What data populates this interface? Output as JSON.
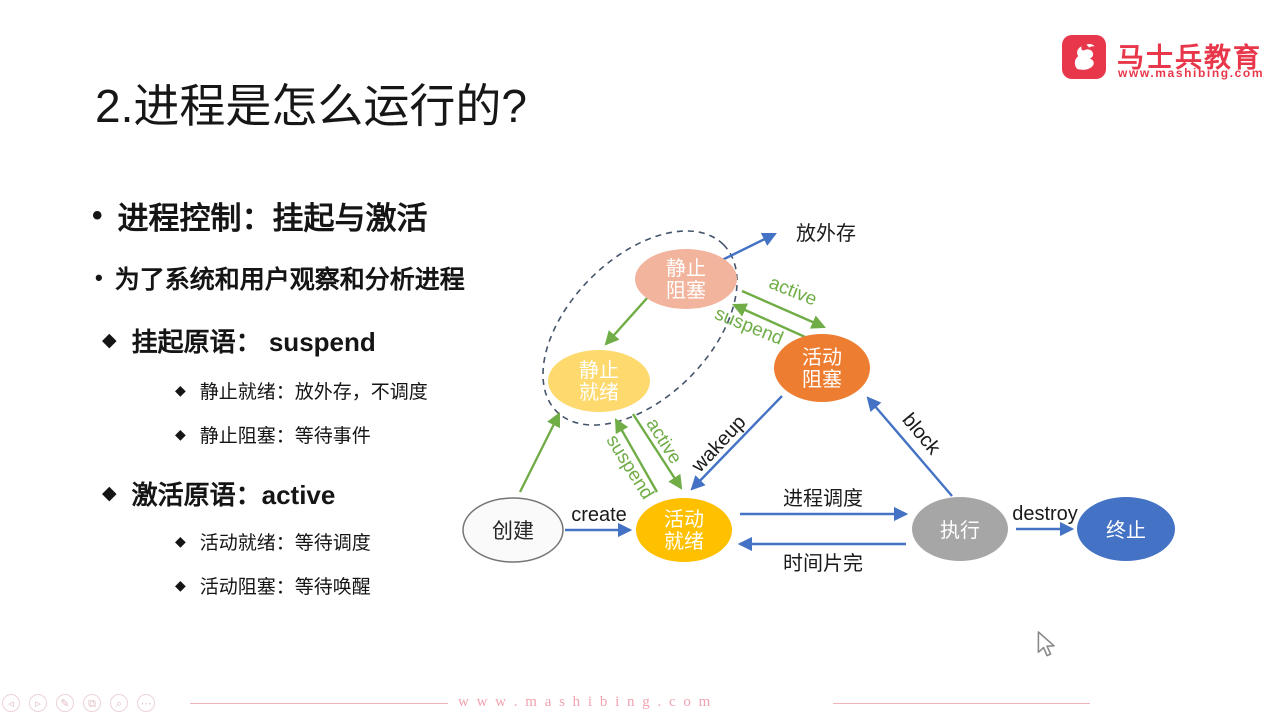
{
  "slide": {
    "title": "2.进程是怎么运行的?",
    "bullets": [
      {
        "marker": "•",
        "text": "进程控制：挂起与激活"
      },
      {
        "marker": "•",
        "text": "为了系统和用户观察和分析进程"
      },
      {
        "marker": "◆",
        "text": "挂起原语： suspend"
      },
      {
        "marker": "◆",
        "text": "静止就绪：放外存，不调度"
      },
      {
        "marker": "◆",
        "text": "静止阻塞：等待事件"
      },
      {
        "marker": "◆",
        "text": "激活原语：active"
      },
      {
        "marker": "◆",
        "text": "活动就绪：等待调度"
      },
      {
        "marker": "◆",
        "text": "活动阻塞：等待唤醒"
      }
    ]
  },
  "logo": {
    "title": "马士兵教育",
    "subtitle": "www.mashibing.com",
    "icon": "horse-icon",
    "brand_color": "#E8374A"
  },
  "diagram": {
    "nodes": [
      {
        "id": "static-blocked",
        "line1": "静止",
        "line2": "阻塞",
        "color": "#F2B49C"
      },
      {
        "id": "static-ready",
        "line1": "静止",
        "line2": "就绪",
        "color": "#FDD96E"
      },
      {
        "id": "active-blocked",
        "line1": "活动",
        "line2": "阻塞",
        "color": "#ED7D31"
      },
      {
        "id": "create-state",
        "label": "创建",
        "color": "#FAFAFA"
      },
      {
        "id": "active-ready",
        "line1": "活动",
        "line2": "就绪",
        "color": "#FFC000"
      },
      {
        "id": "running",
        "label": "执行",
        "color": "#A6A6A6"
      },
      {
        "id": "terminated",
        "label": "终止",
        "color": "#4472C4"
      }
    ],
    "edge_labels": {
      "to_external": "放外存",
      "active_top": "active",
      "suspend_top": "suspend",
      "active_mid": "active",
      "suspend_mid": "suspend",
      "wakeup": "wakeup",
      "block": "block",
      "create": "create",
      "schedule": "进程调度",
      "timeslice": "时间片完",
      "destroy": "destroy"
    },
    "arrow_colors": {
      "blue": "#4472C4",
      "green": "#70AD47"
    }
  },
  "footer": {
    "watermark": "w w w . m a s h i b i n g . c o m",
    "controls": [
      {
        "name": "prev-slide",
        "glyph": "◃"
      },
      {
        "name": "next-slide",
        "glyph": "▹"
      },
      {
        "name": "pen-tool",
        "glyph": "✎"
      },
      {
        "name": "all-slides",
        "glyph": "⧉"
      },
      {
        "name": "zoom-tool",
        "glyph": "⌕"
      },
      {
        "name": "more-options",
        "glyph": "⋯"
      }
    ]
  }
}
